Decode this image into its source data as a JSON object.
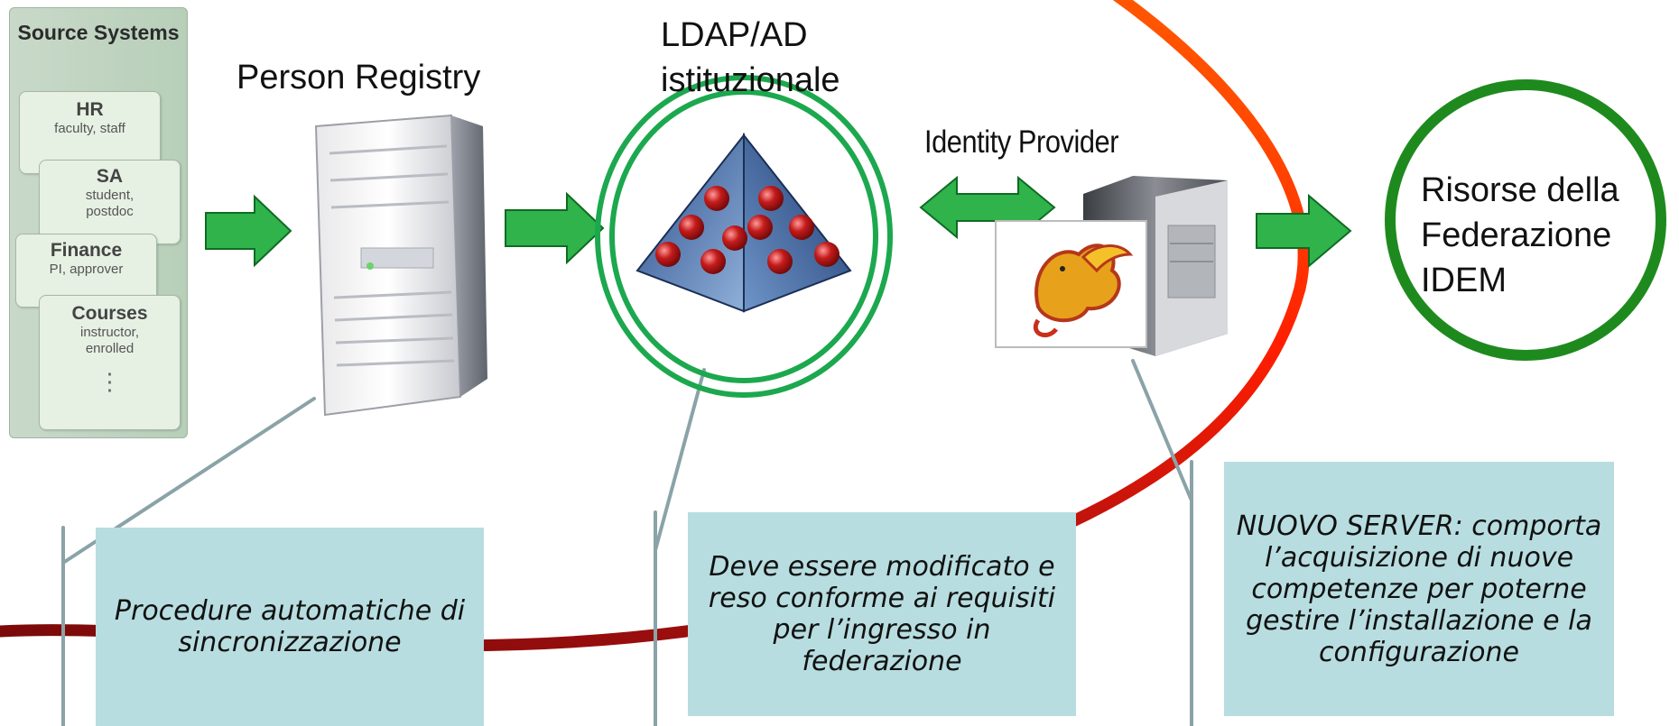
{
  "source_systems": {
    "title": "Source Systems",
    "items": [
      {
        "name": "HR",
        "desc": "faculty, staff"
      },
      {
        "name": "SA",
        "desc": "student, postdoc"
      },
      {
        "name": "Finance",
        "desc": "PI, approver"
      },
      {
        "name": "Courses",
        "desc": "instructor, enrolled"
      }
    ],
    "more": "⋮"
  },
  "nodes": {
    "person_registry": "Person Registry",
    "ldap_ad": "LDAP/AD istituzionale",
    "identity_provider": "Identity Provider",
    "resources": "Risorse della Federazione IDEM"
  },
  "callouts": {
    "sync": "Procedure automatiche di sincronizzazione",
    "ldap_mod": "Deve essere modificato e reso conforme ai requisiti per l’ingresso in federazione",
    "new_server": "NUOVO SERVER: comporta l’acquisizione di nuove competenze per poterne gestire l’installazione e la configurazione"
  },
  "colors": {
    "arrow_green": "#2fb34a",
    "ring_green": "#1e8a1e",
    "ldap_ring": "#1ca84e",
    "curve_dark_red": "#8b0a0a",
    "curve_orange": "#ff5a00",
    "callout_bg": "#b7dde0"
  }
}
